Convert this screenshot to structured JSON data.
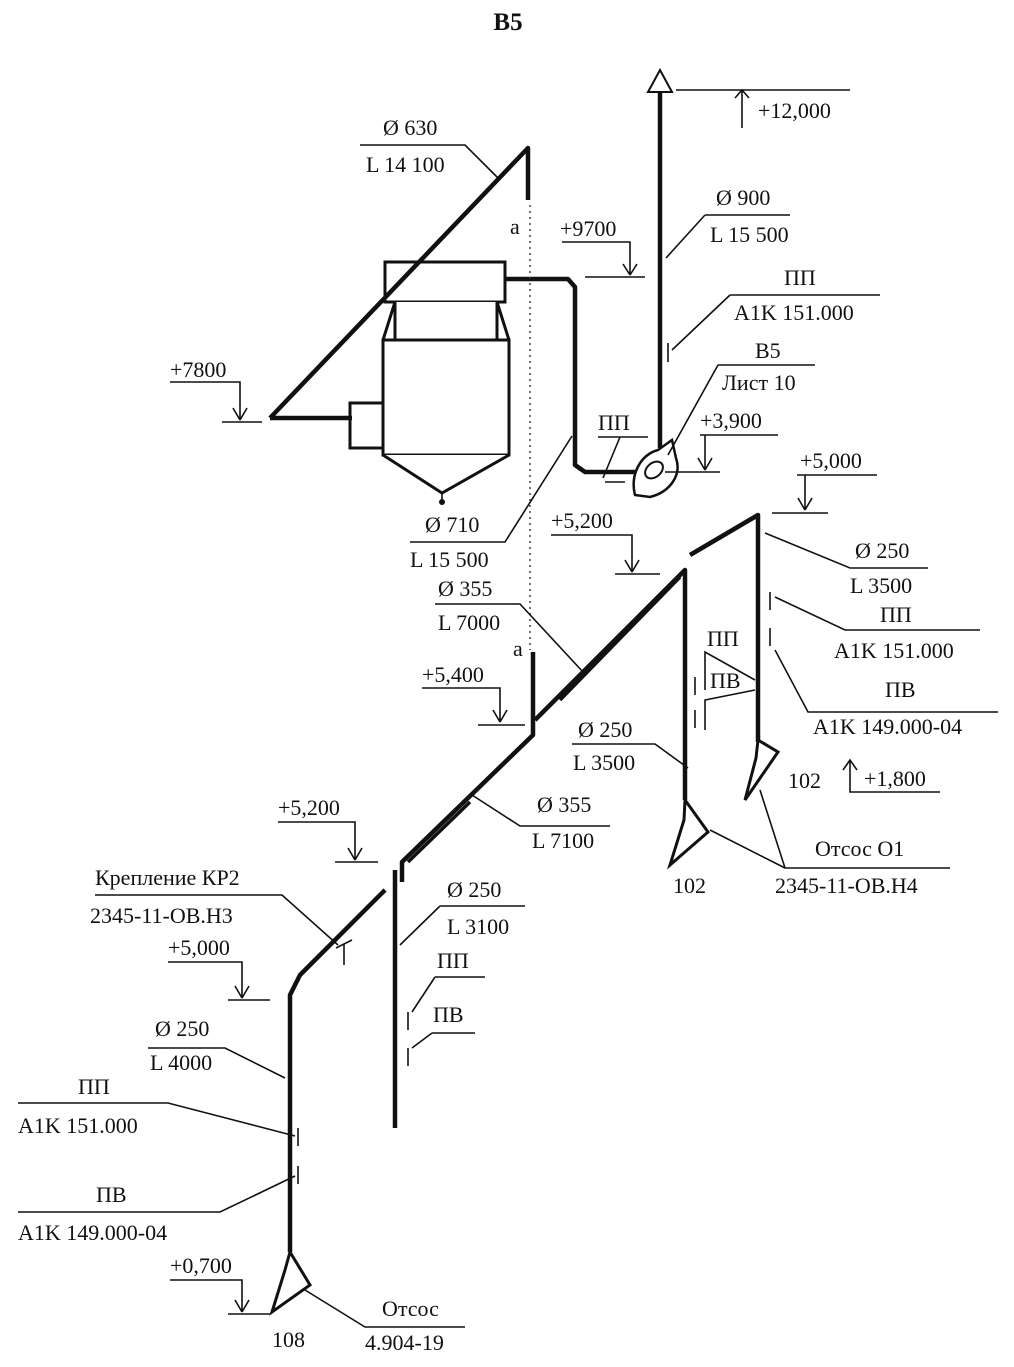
{
  "title": "B5",
  "labels": {
    "d630": "Ø 630",
    "l14100": "L 14 100",
    "d900": "Ø 900",
    "l15500_top": "L 15 500",
    "d710": "Ø 710",
    "l15500_mid": "L 15 500",
    "d355_top": "Ø 355",
    "l7000": "L 7000",
    "d355_low": "Ø 355",
    "l7100": "L 7100",
    "d250_right": "Ø 250",
    "l3500_right": "L 3500",
    "d250_mid": "Ø 250",
    "l3500_mid": "L 3500",
    "d250_b": "Ø 250",
    "l3100": "L 3100",
    "d250_left": "Ø 250",
    "l4000": "L 4000",
    "axis_a_top": "a",
    "axis_a_low": "a",
    "pp_top": "ПП",
    "pp_top_code": "A1K 151.000",
    "b5_ref": "B5",
    "b5_sheet": "Лист 10",
    "pp_fan": "ПП",
    "pp_right": "ПП",
    "pp_right_code": "A1K 151.000",
    "pv_right": "ПВ",
    "pv_right_code": "A1K 149.000-04",
    "pp_mid": "ПП",
    "pv_mid": "ПВ",
    "pp_b": "ПП",
    "pv_b": "ПВ",
    "mount": "Крепление КР2",
    "mount_code": "2345-11-OB.H3",
    "pp_left": "ПП",
    "pp_left_code": "A1K 151.000",
    "pv_left": "ПВ",
    "pv_left_code": "A1K 149.000-04",
    "suction_o1": "Отсос O1",
    "suction_o1_code": "2345-11-OB.H4",
    "suction_108": "Отсос",
    "suction_108_code": "4.904-19",
    "node_102_right": "102",
    "node_102_mid": "102",
    "node_108": "108"
  },
  "elevations": {
    "e12000": "+12,000",
    "e9700": "+9700",
    "e7800": "+7800",
    "e3900": "+3,900",
    "e5000_right": "+5,000",
    "e5200_top": "+5,200",
    "e5400": "+5,400",
    "e1800": "+1,800",
    "e5200_low": "+5,200",
    "e5000_left": "+5,000",
    "e0700": "+0,700"
  }
}
